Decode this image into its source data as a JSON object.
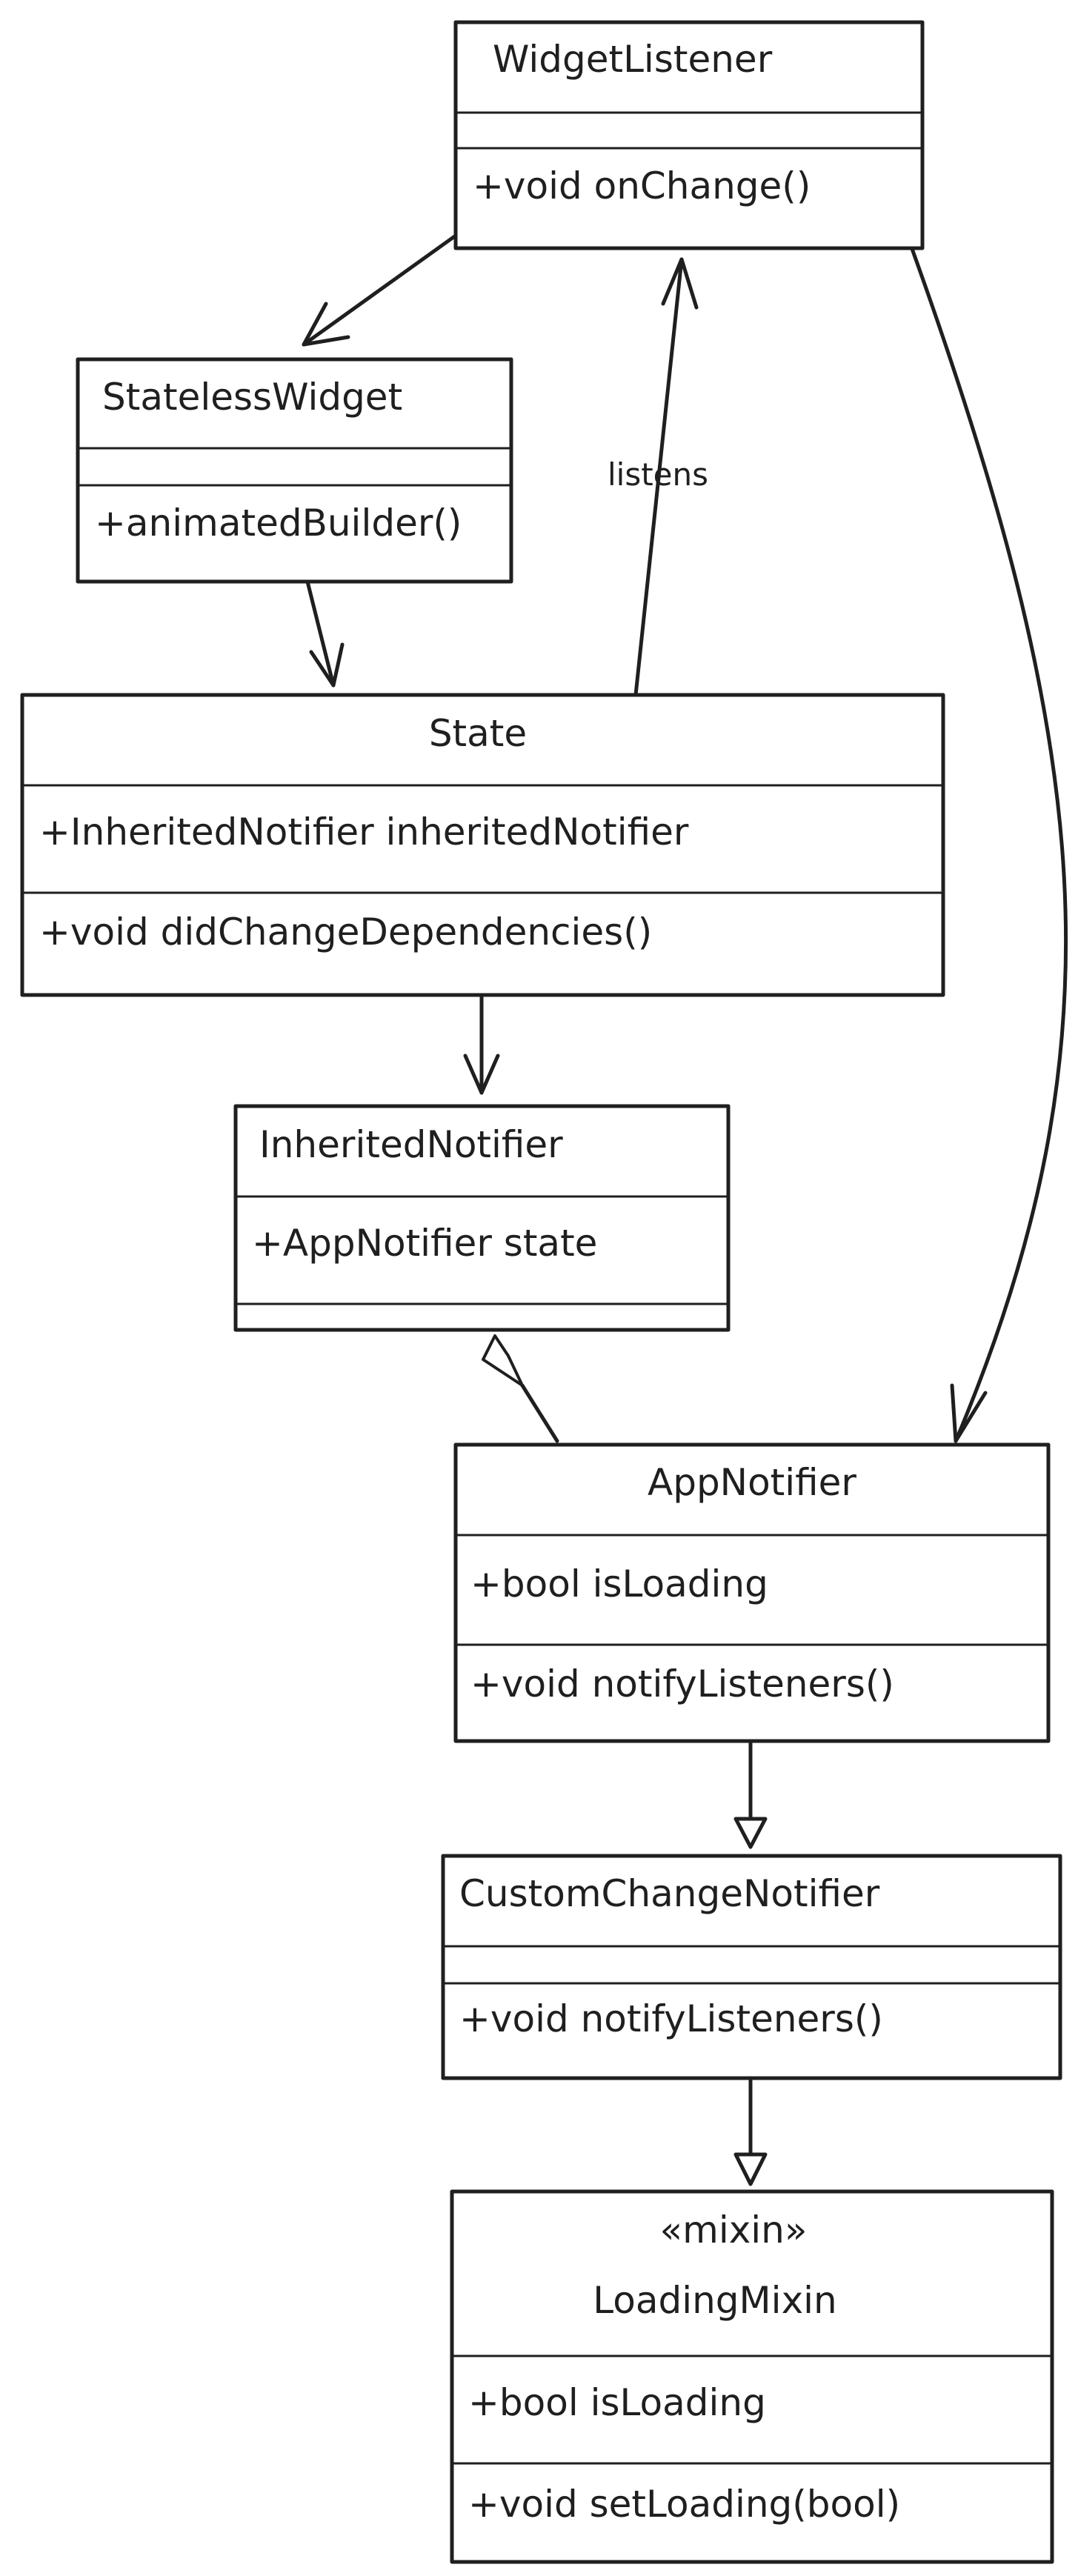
{
  "classes": {
    "widget_listener": {
      "name": "WidgetListener",
      "attributes": [],
      "methods": [
        "+void onChange()"
      ]
    },
    "stateless_widget": {
      "name": "StatelessWidget",
      "attributes": [],
      "methods": [
        "+animatedBuilder()"
      ]
    },
    "state": {
      "name": "State",
      "attributes": [
        "+InheritedNotifier inheritedNotifier"
      ],
      "methods": [
        "+void didChangeDependencies()"
      ]
    },
    "inherited_notifier": {
      "name": "InheritedNotifier",
      "attributes": [
        "+AppNotifier state"
      ],
      "methods": []
    },
    "app_notifier": {
      "name": "AppNotifier",
      "attributes": [
        "+bool isLoading"
      ],
      "methods": [
        "+void notifyListeners()"
      ]
    },
    "custom_change_notifier": {
      "name": "CustomChangeNotifier",
      "attributes": [],
      "methods": [
        "+void notifyListeners()"
      ]
    },
    "loading_mixin": {
      "stereotype": "«mixin»",
      "name": "LoadingMixin",
      "attributes": [
        "+bool isLoading"
      ],
      "methods": [
        "+void setLoading(bool)"
      ]
    }
  },
  "relations": {
    "state_to_widget_listener": {
      "label": "listens"
    }
  }
}
